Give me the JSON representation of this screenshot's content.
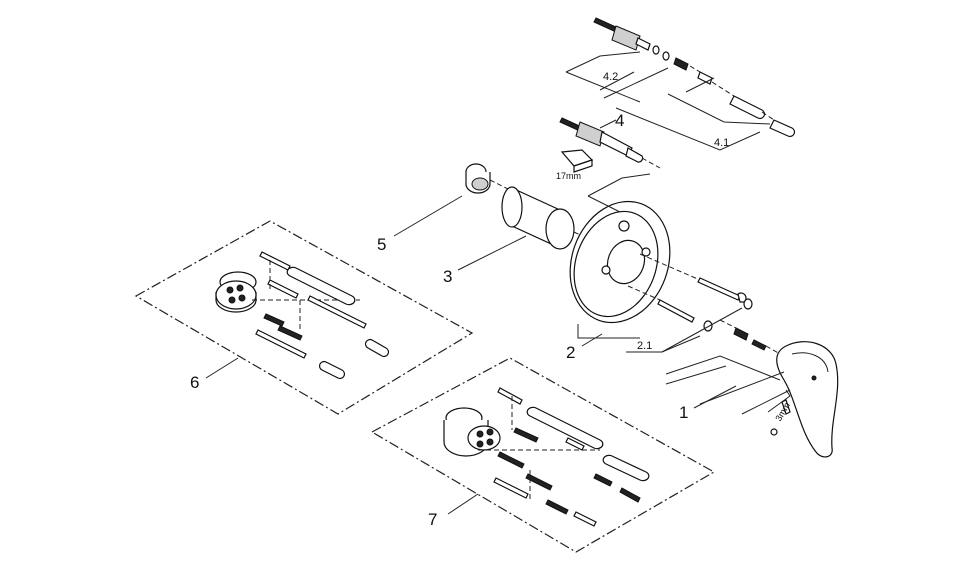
{
  "labels": {
    "p1": "1",
    "p2": "2",
    "p21": "2.1",
    "p3": "3",
    "p4": "4",
    "p41": "4.1",
    "p42": "4.2",
    "p5": "5",
    "p6": "6",
    "p7": "7",
    "wrench": "17mm",
    "hex": "3mm"
  }
}
